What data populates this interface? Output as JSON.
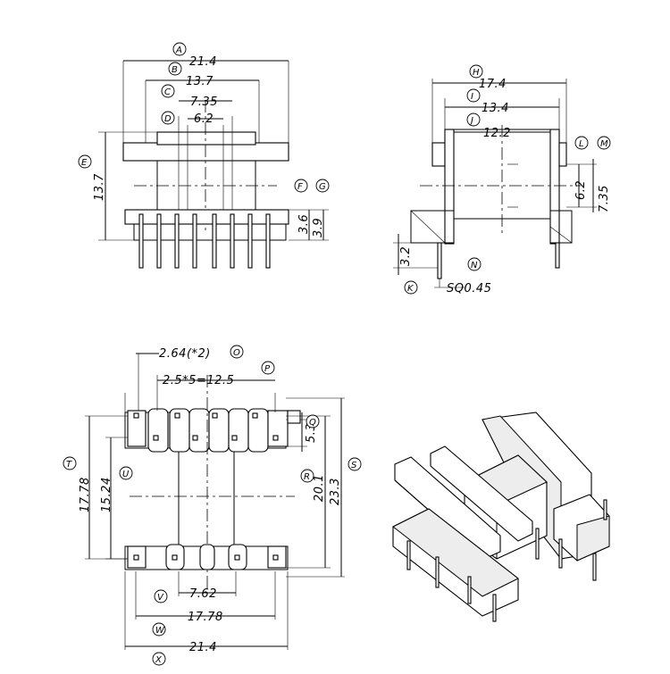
{
  "top_left_view": {
    "dims": {
      "A": "21.4",
      "B": "13.7",
      "D": "6.2",
      "C": "7.35",
      "E": "13.7",
      "F": "3.6",
      "G": "3.9"
    },
    "callouts": [
      "A",
      "B",
      "C",
      "D",
      "E",
      "F",
      "G"
    ]
  },
  "top_right_view": {
    "dims": {
      "H": "17.4",
      "I": "13.4",
      "J": "12.2",
      "L": "6.2",
      "M": "7.35",
      "K": "3.2",
      "N": "SQ0.45"
    },
    "callouts": [
      "H",
      "I",
      "J",
      "L",
      "M",
      "K",
      "N"
    ]
  },
  "bottom_left_view": {
    "dims": {
      "O": "2.64(*2)",
      "P": "2.5*5=12.5",
      "Q": "5.3",
      "R": "20.1",
      "S": "23.3",
      "T": "17.78",
      "U": "15.24",
      "V": "7.62",
      "W": "17.78",
      "X": "21.4"
    },
    "callouts": [
      "O",
      "P",
      "Q",
      "R",
      "S",
      "T",
      "U",
      "V",
      "W",
      "X"
    ]
  },
  "iso_view": {}
}
